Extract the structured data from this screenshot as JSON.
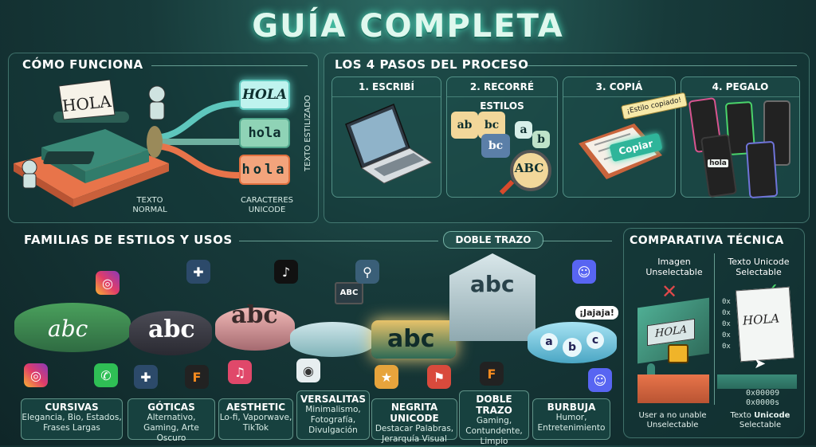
{
  "title": "GUÍA COMPLETA",
  "how": {
    "heading": "CÓMO FUNCIONA",
    "paper_text": "HOLA",
    "outputs": [
      "HOLA",
      "hola",
      "hola"
    ],
    "label_normal": "TEXTO NORMAL",
    "label_unicode": "CARACTERES UNICODE",
    "label_styled": "TEXTO ESTILIZADO"
  },
  "steps": {
    "heading": "LOS 4 PASOS DEL PROCESO",
    "items": [
      {
        "label": "1. ESCRIBÍ"
      },
      {
        "label": "2. RECORRÉ ESTILOS"
      },
      {
        "label": "3. COPIÁ",
        "bubble": "¡Estilo copiado!",
        "button": "Copiar"
      },
      {
        "label": "4. PEGALO",
        "phone_text": "hola"
      }
    ],
    "block_letters": [
      "ab",
      "bc",
      "ab",
      "bc",
      "a",
      "b",
      "ABC"
    ]
  },
  "families": {
    "heading": "FAMILIAS DE ESTILOS Y USOS",
    "double_strike_banner": "DOBLE TRAZO",
    "sample": "abc",
    "chat_bubble": "¡Jajaja!",
    "screen_text": "ABC",
    "bubble_letters": [
      "a",
      "b",
      "c"
    ],
    "cards": [
      {
        "title": "CURSIVAS",
        "desc": "Elegancia, Bio, Estados, Frases Largas"
      },
      {
        "title": "GÓTICAS",
        "desc": "Alternativo, Gaming, Arte Oscuro"
      },
      {
        "title": "AESTHETIC",
        "desc": "Lo-fi, Vaporwave, TikTok"
      },
      {
        "title": "VERSALITAS",
        "desc": "Minimalismo, Fotografía, Divulgación"
      },
      {
        "title": "NEGRITA UNICODE",
        "desc": "Destacar Palabras, Jerarquía Visual"
      },
      {
        "title": "DOBLE TRAZO",
        "desc": "Gaming, Contundente, Limpio"
      },
      {
        "title": "BURBUJA",
        "desc": "Humor, Entretenimiento"
      }
    ]
  },
  "compare": {
    "heading": "COMPARATIVA TÉCNICA",
    "left_title": "Imagen Unselectable",
    "right_title": "Texto Unicode Selectable",
    "left_sample": "HOLA",
    "right_sample": "HOLA",
    "codes_left": [
      "0x",
      "0x",
      "0x",
      "0x",
      "0x"
    ],
    "code_1": "0x00009",
    "code_2": "0x0000s",
    "left_caption": "User a no unable Unselectable",
    "right_caption_pre": "Texto ",
    "right_caption_bold": "Unicode",
    "right_caption_post": "Selectable"
  },
  "colors": {
    "accent": "#4fe3c0",
    "orange": "#f07a43",
    "teal": "#3aa58e",
    "red": "#e0484a",
    "green": "#4ad36a"
  }
}
